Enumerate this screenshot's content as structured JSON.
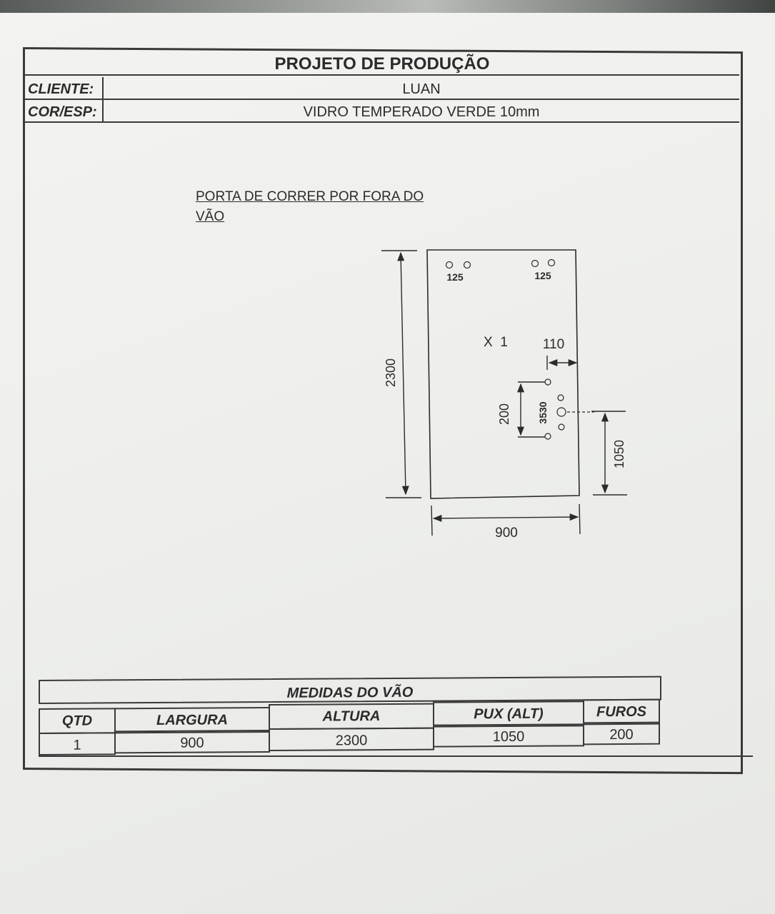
{
  "header": {
    "title": "PROJETO DE PRODUÇÃO",
    "client_label": "CLIENTE:",
    "client_value": "LUAN",
    "color_label": "COR/ESP:",
    "color_value": "VIDRO TEMPERADO VERDE 10mm"
  },
  "note": {
    "line1": "PORTA DE CORRER POR FORA DO",
    "line2": "VÃO"
  },
  "drawing": {
    "height_dim": "2300",
    "width_dim": "900",
    "top_left_holes": "125",
    "top_right_holes": "125",
    "quantity_mark": "X  1",
    "edge_offset": "110",
    "handle_spacing": "200",
    "handle_note": "3530",
    "handle_height": "1050"
  },
  "table": {
    "title": "MEDIDAS DO VÃO",
    "headers": [
      "QTD",
      "LARGURA",
      "ALTURA",
      "PUX (ALT)",
      "FUROS"
    ],
    "row": [
      "1",
      "900",
      "2300",
      "1050",
      "200"
    ]
  }
}
